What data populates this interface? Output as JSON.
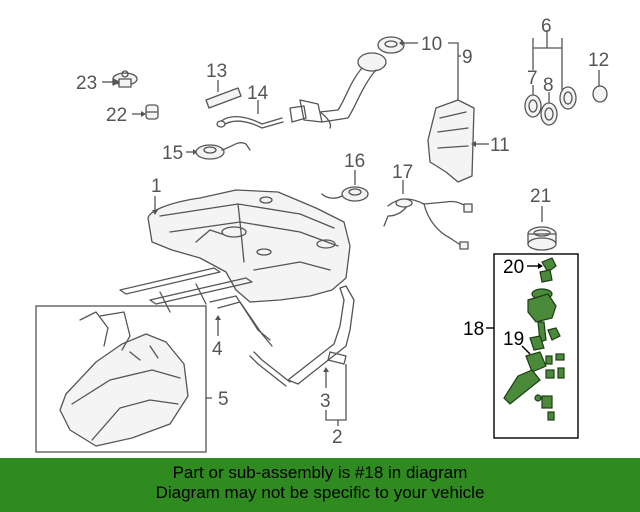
{
  "callouts": [
    {
      "id": "1",
      "label": "1"
    },
    {
      "id": "2",
      "label": "2"
    },
    {
      "id": "3",
      "label": "3"
    },
    {
      "id": "4",
      "label": "4"
    },
    {
      "id": "5",
      "label": "5"
    },
    {
      "id": "6",
      "label": "6"
    },
    {
      "id": "7",
      "label": "7"
    },
    {
      "id": "8",
      "label": "8"
    },
    {
      "id": "9",
      "label": "9"
    },
    {
      "id": "10",
      "label": "10"
    },
    {
      "id": "11",
      "label": "11"
    },
    {
      "id": "12",
      "label": "12"
    },
    {
      "id": "13",
      "label": "13"
    },
    {
      "id": "14",
      "label": "14"
    },
    {
      "id": "15",
      "label": "15"
    },
    {
      "id": "16",
      "label": "16"
    },
    {
      "id": "17",
      "label": "17"
    },
    {
      "id": "18",
      "label": "18"
    },
    {
      "id": "19",
      "label": "19"
    },
    {
      "id": "20",
      "label": "20"
    },
    {
      "id": "21",
      "label": "21"
    },
    {
      "id": "22",
      "label": "22"
    },
    {
      "id": "23",
      "label": "23"
    }
  ],
  "banner": {
    "line1": "Part or sub-assembly is #18 in diagram",
    "line2": "Diagram may not be specific to your vehicle"
  },
  "colors": {
    "highlight": "#4a8a3a",
    "banner": "#2f8a1f"
  }
}
